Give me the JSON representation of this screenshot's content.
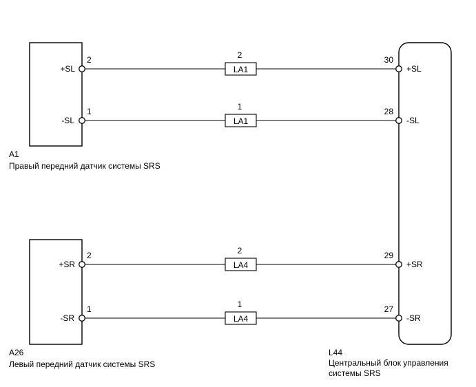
{
  "components": {
    "a1": {
      "ref": "A1",
      "name": "Правый передний датчик системы SRS",
      "pin_plus_label": "+SL",
      "pin_plus_no": "2",
      "pin_minus_label": "-SL",
      "pin_minus_no": "1"
    },
    "a26": {
      "ref": "A26",
      "name": "Левый передний датчик системы SRS",
      "pin_plus_label": "+SR",
      "pin_plus_no": "2",
      "pin_minus_label": "-SR",
      "pin_minus_no": "1"
    },
    "l44": {
      "ref": "L44",
      "name_line1": "Центральный блок управления",
      "name_line2": "системы SRS",
      "pins": [
        {
          "no": "30",
          "label": "+SL"
        },
        {
          "no": "28",
          "label": "-SL"
        },
        {
          "no": "29",
          "label": "+SR"
        },
        {
          "no": "27",
          "label": "-SR"
        }
      ]
    }
  },
  "connectors": [
    {
      "name": "LA1",
      "pin": "2"
    },
    {
      "name": "LA1",
      "pin": "1"
    },
    {
      "name": "LA4",
      "pin": "2"
    },
    {
      "name": "LA4",
      "pin": "1"
    }
  ]
}
